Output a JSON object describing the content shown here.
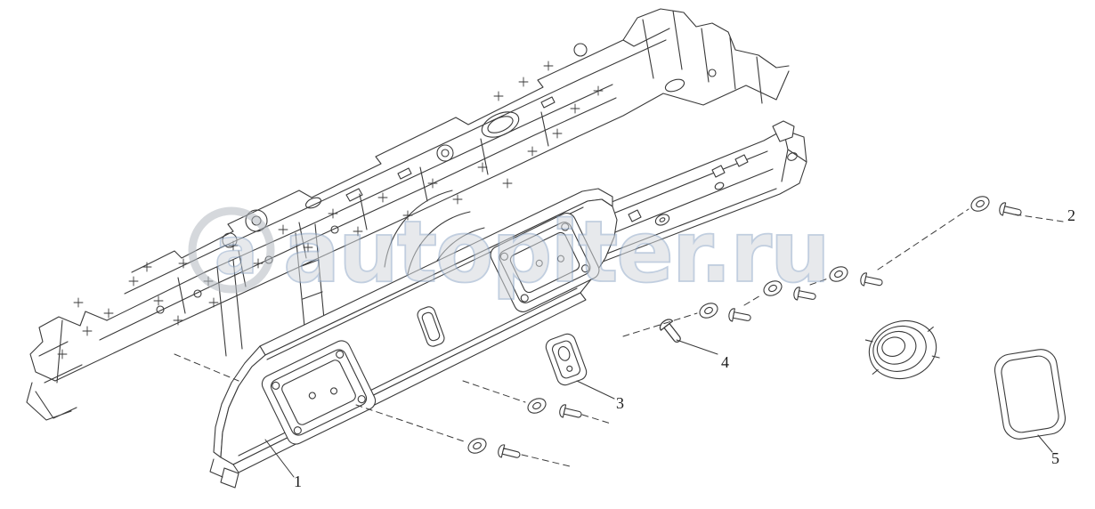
{
  "figure": {
    "background_color": "#ffffff",
    "line_color": "#3a3a3a"
  },
  "watermark": {
    "logo_letter": "a",
    "text": "autopiter.ru",
    "fill_color": "#d4d8dd",
    "outline_color": "#8fa7c6",
    "ring_color": "#b3b9c0"
  },
  "callouts": [
    {
      "label": "1"
    },
    {
      "label": "2"
    },
    {
      "label": "3"
    },
    {
      "label": "4"
    },
    {
      "label": "5"
    }
  ]
}
